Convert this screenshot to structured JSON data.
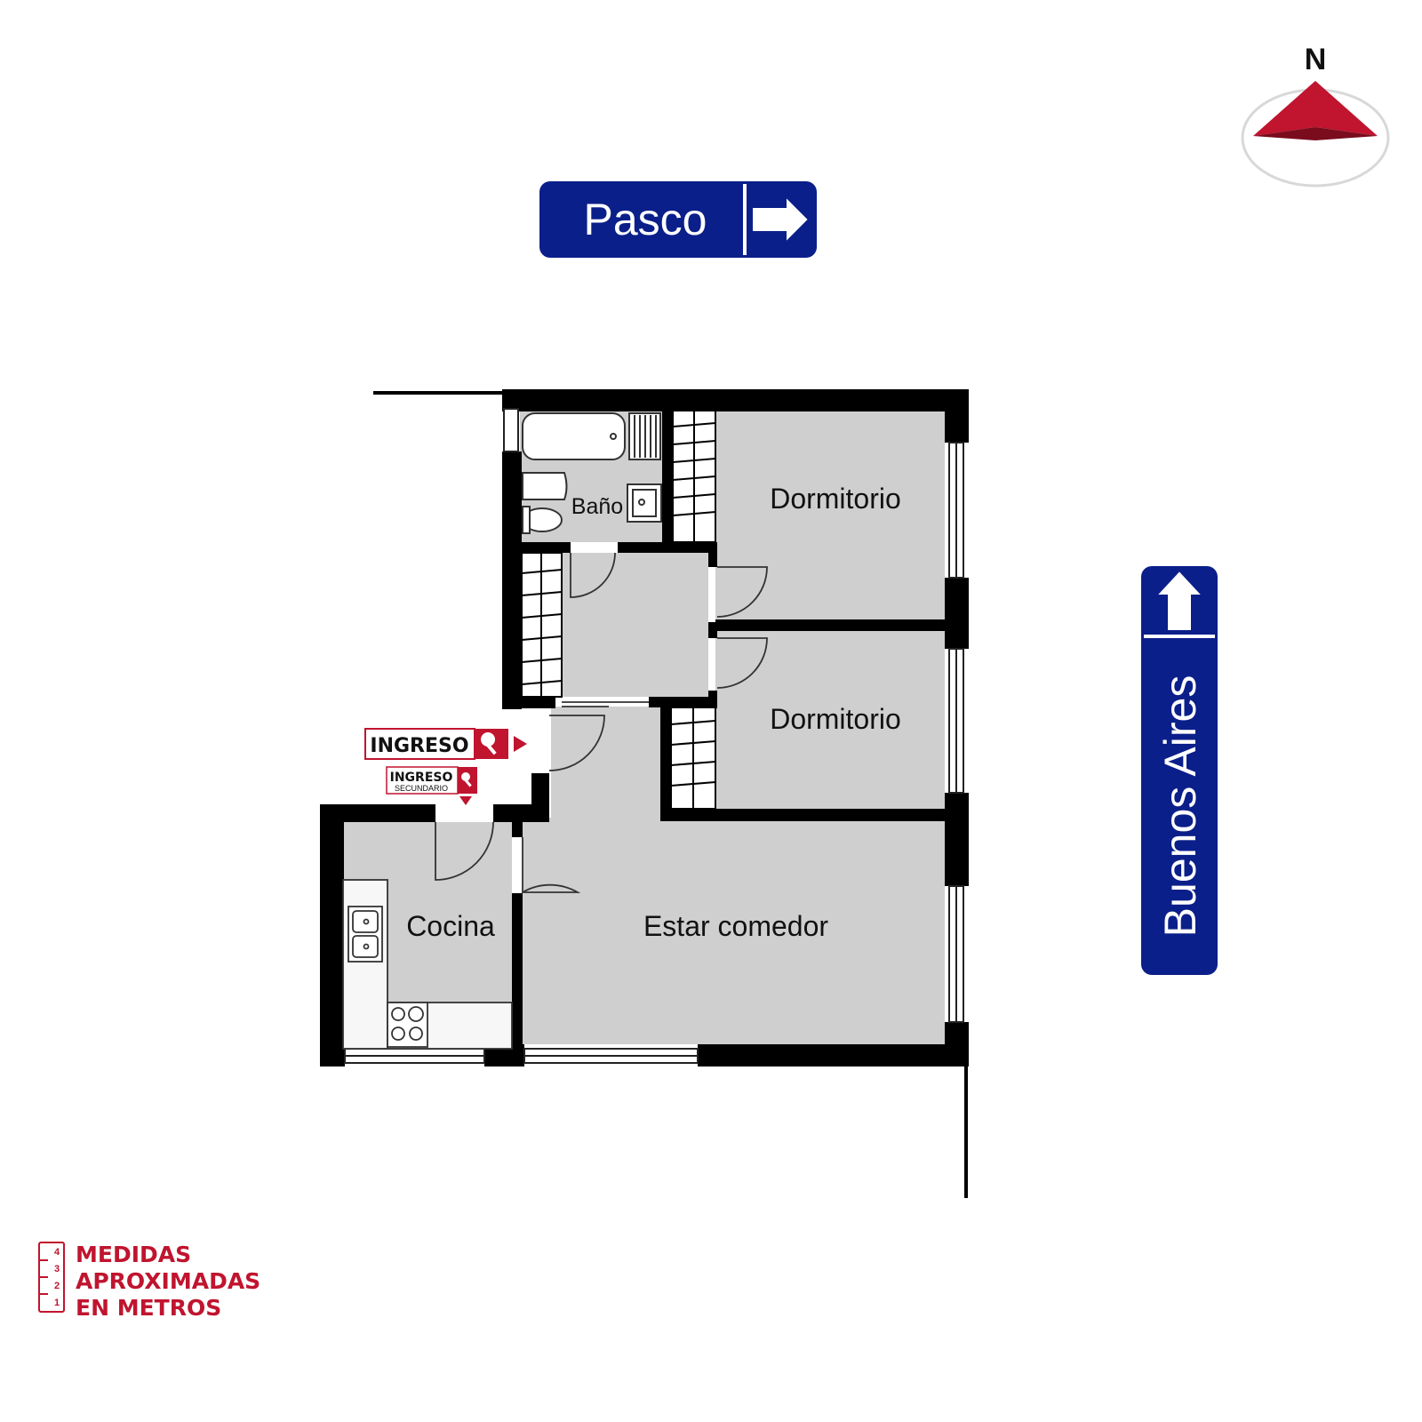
{
  "compass": {
    "label": "N",
    "icon": "north-arrow-icon",
    "color": "#c0142f"
  },
  "streets": {
    "top": {
      "name": "Pasco",
      "icon": "arrow-right-icon"
    },
    "right": {
      "name": "Buenos Aires",
      "icon": "arrow-up-icon"
    },
    "color": "#0b1f8a"
  },
  "rooms": {
    "bath": "Baño",
    "bedroom_1": "Dormitorio",
    "bedroom_2": "Dormitorio",
    "kitchen": "Cocina",
    "living": "Estar comedor"
  },
  "entrances": {
    "main": {
      "label": "INGRESO",
      "icon": "key-icon"
    },
    "secondary": {
      "label": "INGRESO",
      "sublabel": "SECUNDARIO",
      "icon": "key-icon"
    },
    "color": "#c0142f"
  },
  "legend": {
    "lines": [
      "MEDIDAS",
      "APROXIMADAS",
      "EN METROS"
    ],
    "ruler_ticks": [
      "4",
      "3",
      "2",
      "1"
    ],
    "icon": "ruler-icon",
    "color": "#c0142f"
  },
  "colors": {
    "floor": "#cfcfcf",
    "wall": "#000000",
    "accent": "#c0142f",
    "street": "#0b1f8a"
  }
}
